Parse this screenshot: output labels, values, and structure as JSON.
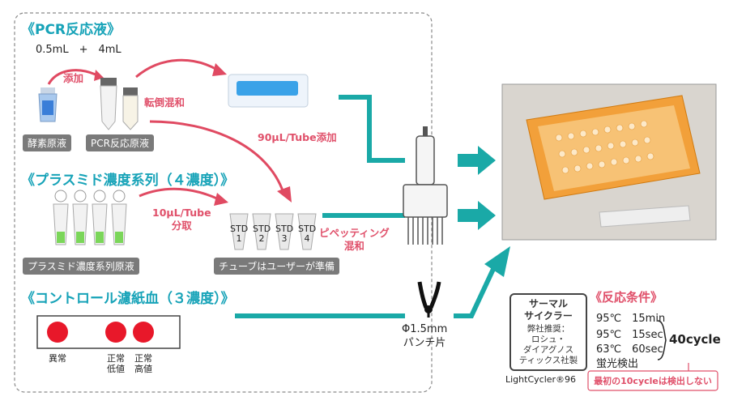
{
  "pcr": {
    "title": "《PCR反応液》",
    "volumes": "0.5mL　+　4mL",
    "add_label": "添加",
    "mix_label": "転倒混和",
    "enzyme_tag": "酵素原液",
    "pcr_tag": "PCR反応原液",
    "dispense_label": "90μL/Tube添加"
  },
  "plasmid": {
    "title": "《プラスミド濃度系列（４濃度）》",
    "aliquot_label": "10μL/Tube\n分取",
    "source_tag": "プラスミド濃度系列原液",
    "tubes_tag": "チューブはユーザーが準備",
    "std_labels": [
      "STD",
      "STD",
      "STD",
      "STD"
    ],
    "std_numbers": [
      "1",
      "2",
      "3",
      "4"
    ],
    "pipette_label": "ピペッティング\n混和"
  },
  "control": {
    "title": "《コントロール濾紙血（３濃度）》",
    "labels": [
      "異常",
      "正常\n低値",
      "正常\n高値"
    ],
    "punch_label": "Φ1.5mm\nパンチ片"
  },
  "conditions": {
    "title": "《反応条件》",
    "line1": "95℃　15min",
    "line2": "95℃　15sec",
    "line3": "63℃　60sec",
    "line4": "蛍光検出",
    "cycles": "40cycle",
    "note": "最初の10cycleは検出しない"
  },
  "thermocycler": {
    "name": "サーマル\nサイクラー",
    "recommend": "弊社推奨：\nロシュ・\nダイアグノス\nティックス社製",
    "model": "LightCycler®96"
  },
  "colors": {
    "teal": "#1aa9a7",
    "pink_arrow": "#e04a62",
    "title": "#17a3b8",
    "red_dot": "#e8182a"
  }
}
